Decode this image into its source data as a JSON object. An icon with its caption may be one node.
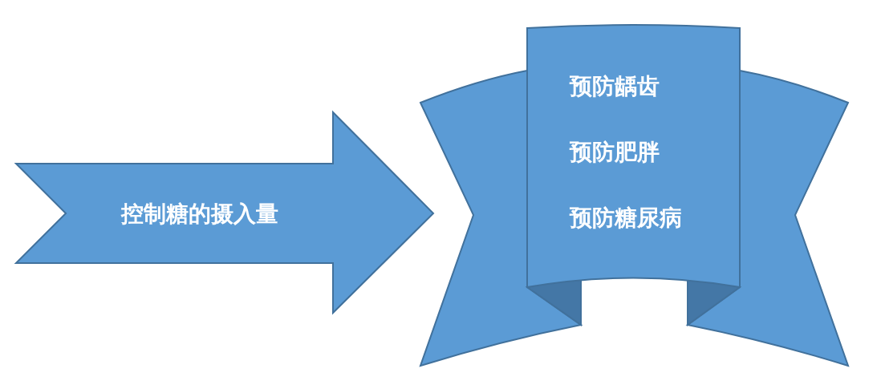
{
  "diagram": {
    "nodes": [
      {
        "text": [
          "控制糖的摄入量"
        ]
      },
      {
        "text": [
          "预防龋齿",
          "预防肥胖",
          "预防糖尿病"
        ]
      }
    ]
  }
}
